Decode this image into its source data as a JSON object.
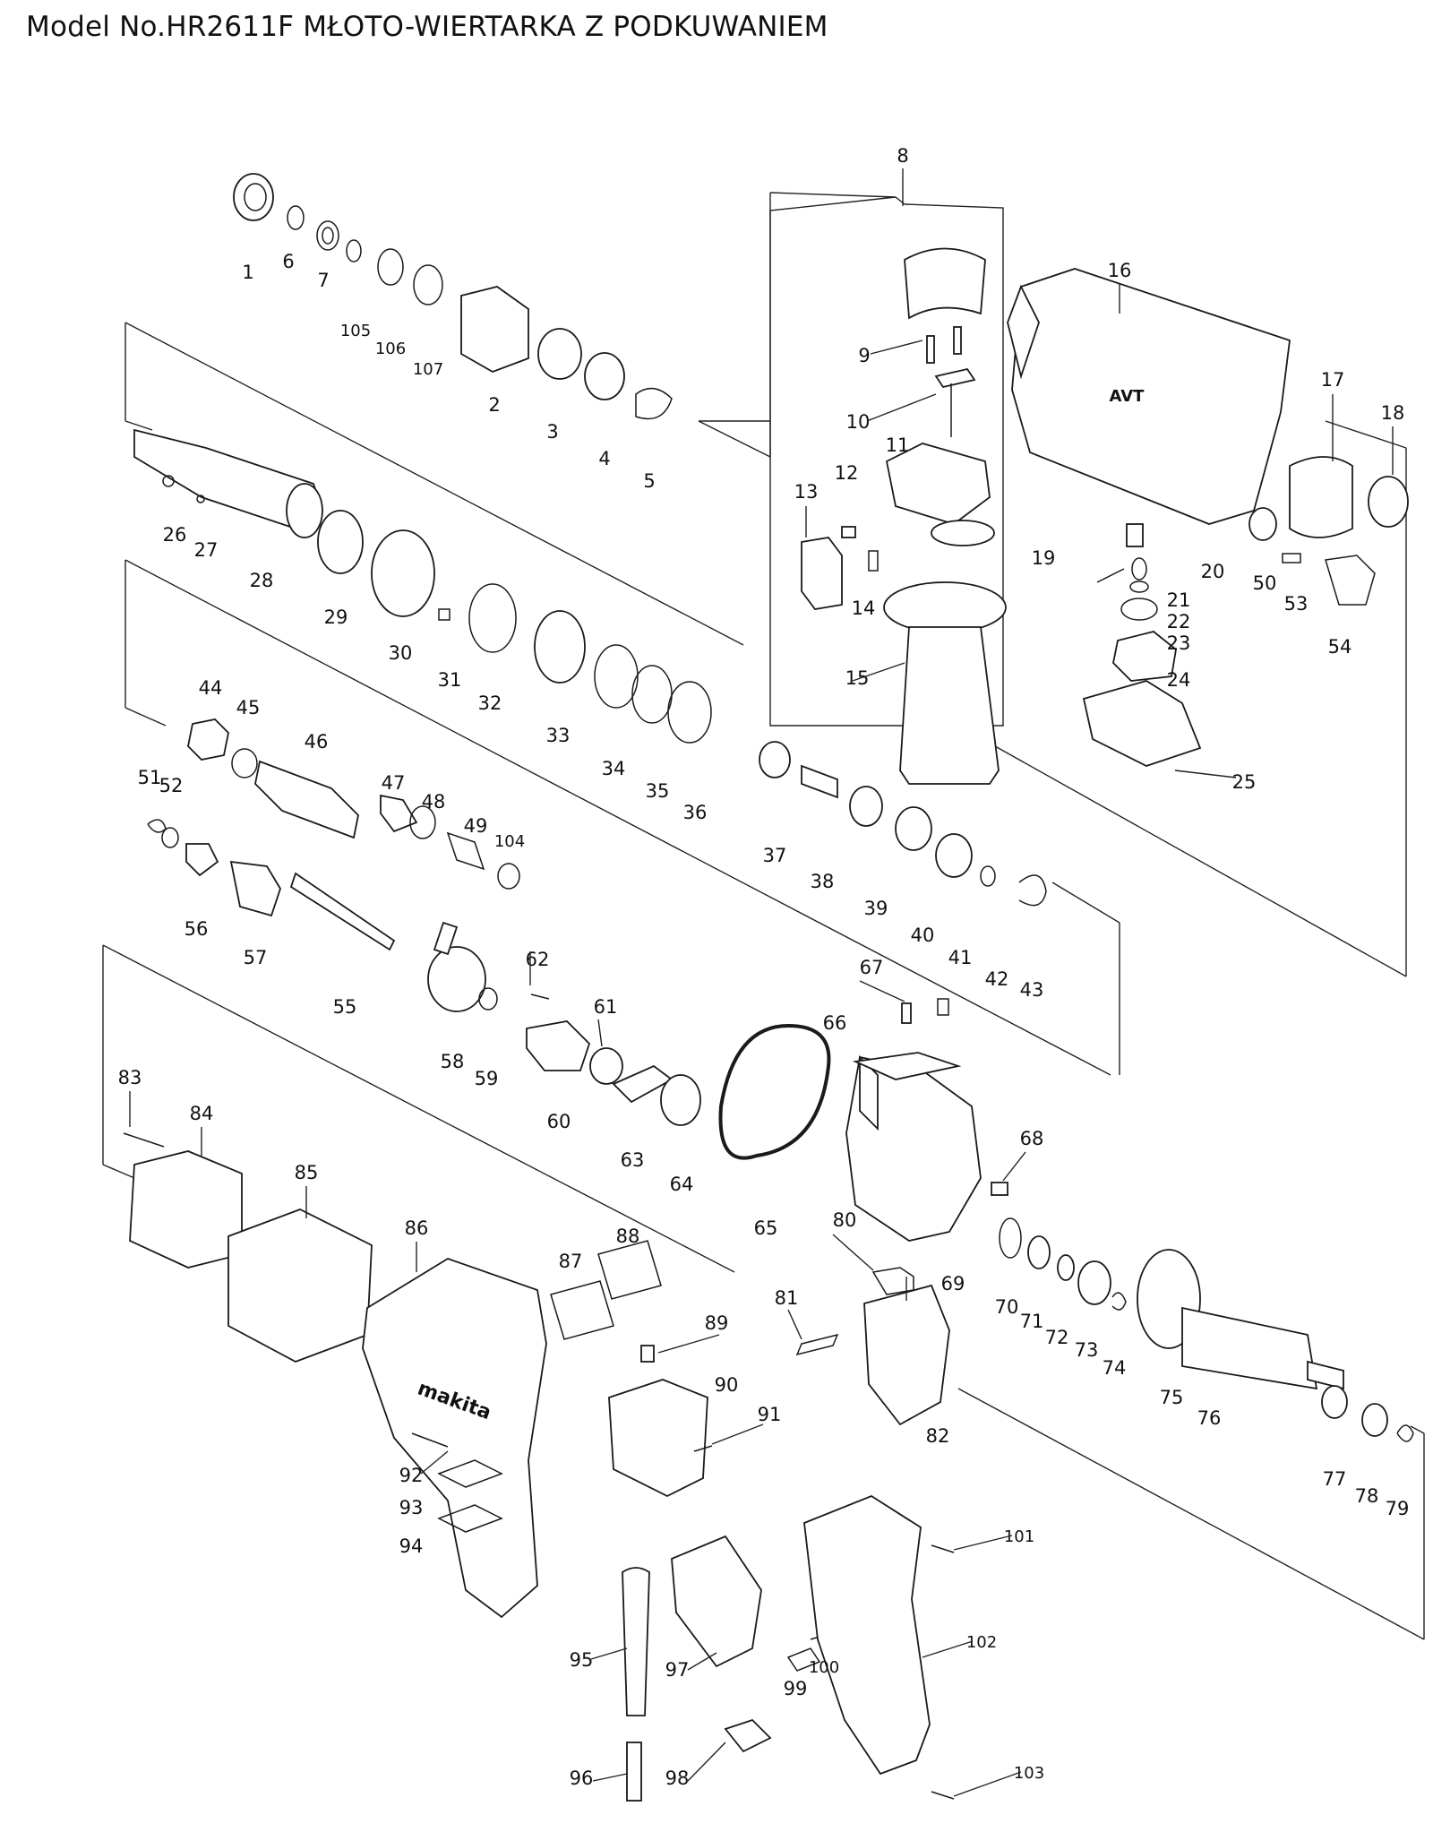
{
  "title": "Model No.HR2611F MŁOTO-WIERTARKA Z PODKUWANIEM",
  "labels": {
    "p1": "1",
    "p2": "2",
    "p3": "3",
    "p4": "4",
    "p5": "5",
    "p6": "6",
    "p7": "7",
    "p8": "8",
    "p9": "9",
    "p10": "10",
    "p11": "11",
    "p12": "12",
    "p13": "13",
    "p14": "14",
    "p15": "15",
    "p16": "16",
    "p17": "17",
    "p18": "18",
    "p19": "19",
    "p20": "20",
    "p21": "21",
    "p22": "22",
    "p23": "23",
    "p24": "24",
    "p25": "25",
    "p26": "26",
    "p27": "27",
    "p28": "28",
    "p29": "29",
    "p30": "30",
    "p31": "31",
    "p32": "32",
    "p33": "33",
    "p34": "34",
    "p35": "35",
    "p36": "36",
    "p37": "37",
    "p38": "38",
    "p39": "39",
    "p40": "40",
    "p41": "41",
    "p42": "42",
    "p43": "43",
    "p44": "44",
    "p45": "45",
    "p46": "46",
    "p47": "47",
    "p48": "48",
    "p49": "49",
    "p50": "50",
    "p51": "51",
    "p52": "52",
    "p53": "53",
    "p54": "54",
    "p55": "55",
    "p56": "56",
    "p57": "57",
    "p58": "58",
    "p59": "59",
    "p60": "60",
    "p61": "61",
    "p62": "62",
    "p63": "63",
    "p64": "64",
    "p65": "65",
    "p66": "66",
    "p67": "67",
    "p68": "68",
    "p69": "69",
    "p70": "70",
    "p71": "71",
    "p72": "72",
    "p73": "73",
    "p74": "74",
    "p75": "75",
    "p76": "76",
    "p77": "77",
    "p78": "78",
    "p79": "79",
    "p80": "80",
    "p81": "81",
    "p82": "82",
    "p83": "83",
    "p84": "84",
    "p85": "85",
    "p86": "86",
    "p87": "87",
    "p88": "88",
    "p89": "89",
    "p90": "90",
    "p91": "91",
    "p92": "92",
    "p93": "93",
    "p94": "94",
    "p95": "95",
    "p96": "96",
    "p97": "97",
    "p98": "98",
    "p99": "99",
    "p100": "100",
    "p101": "101",
    "p102": "102",
    "p103": "103",
    "p104": "104",
    "p105": "105",
    "p106": "106",
    "p107": "107"
  },
  "brand_marks": {
    "logo": "makita",
    "badge": "AVT"
  }
}
